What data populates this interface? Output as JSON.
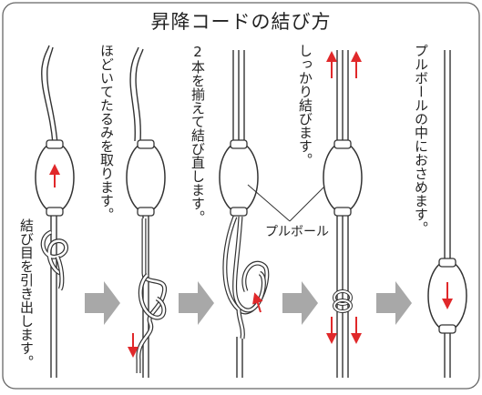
{
  "title": "昇降コードの結び方",
  "steps": [
    {
      "caption": "結び目を引き出します。"
    },
    {
      "caption": "ほどいてたるみを取ります。"
    },
    {
      "caption": "2本を揃えて結び直します。"
    },
    {
      "caption": "しっかり結びます。"
    },
    {
      "caption": "プルボールの中におさめます。"
    }
  ],
  "callout_label": "プルボール",
  "colors": {
    "arrow_red": "#e0282a",
    "step_arrow_gray": "#a8a8a8",
    "outline": "#333333",
    "ball_fill": "#ffffff"
  }
}
